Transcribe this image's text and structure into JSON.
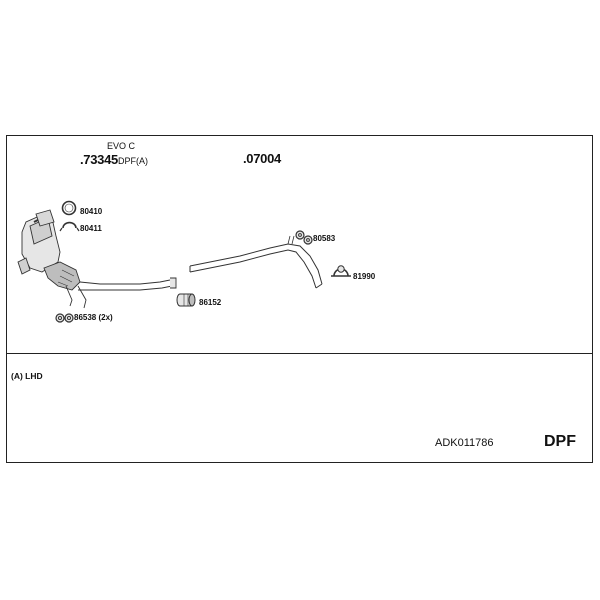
{
  "labels": {
    "evo": "EVO C",
    "main_part": ".73345",
    "main_suffix": "DPF(A)",
    "pipe_part": ".07004",
    "p80410": "80410",
    "p80411": "80411",
    "p80583": "80583",
    "p81990": "81990",
    "p86152": "86152",
    "p86538": "86538 (2x)"
  },
  "notes": {
    "lhd": "(A) LHD"
  },
  "footer": {
    "kit_code": "ADK011786",
    "kit_type": "DPF"
  },
  "colors": {
    "line": "#333333",
    "fill_light": "#e6e6e6",
    "fill_mid": "#bdbdbd"
  }
}
